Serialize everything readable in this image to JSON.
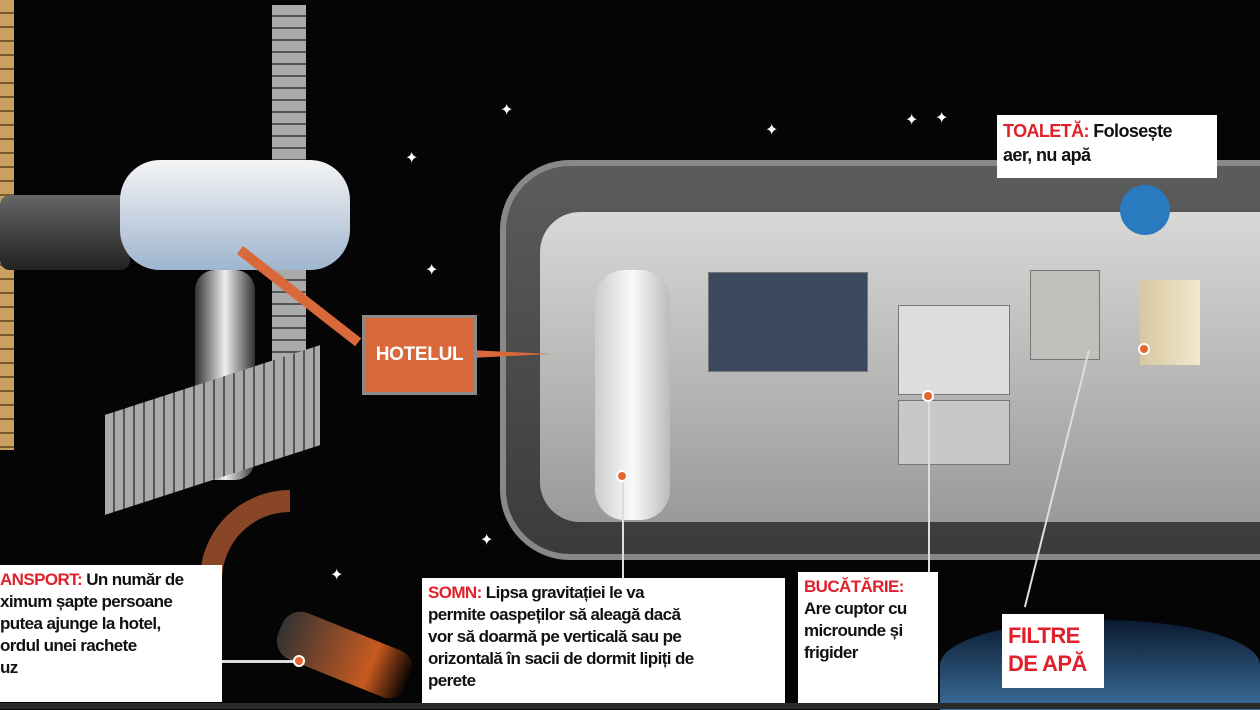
{
  "labels": {
    "hotel": "HOTELUL",
    "toilet": {
      "title": "TOALETĂ:",
      "text": "Folosește\naer, nu apă"
    },
    "transport": {
      "title": "ANSPORT:",
      "text": " Un număr de\nximum șapte persoane\nputea ajunge la hotel,\nordul unei rachete\nuz"
    },
    "sleep": {
      "title": "SOMN:",
      "text": " Lipsa gravitației le va\npermite oaspeților să aleagă dacă\nvor să doarmă pe verticală sau pe\norizontală în sacii de dormit lipiți de\nperete"
    },
    "kitchen": {
      "title": "BUCĂTĂRIE:",
      "text": "\nAre cuptor cu\nmicrounde și\nfrigider"
    },
    "filters": {
      "title": "FILTRE\nDE APĂ"
    }
  },
  "colors": {
    "accent_red": "#e0202a",
    "hotel_orange": "#d9693a",
    "marker": "#e4662f"
  }
}
